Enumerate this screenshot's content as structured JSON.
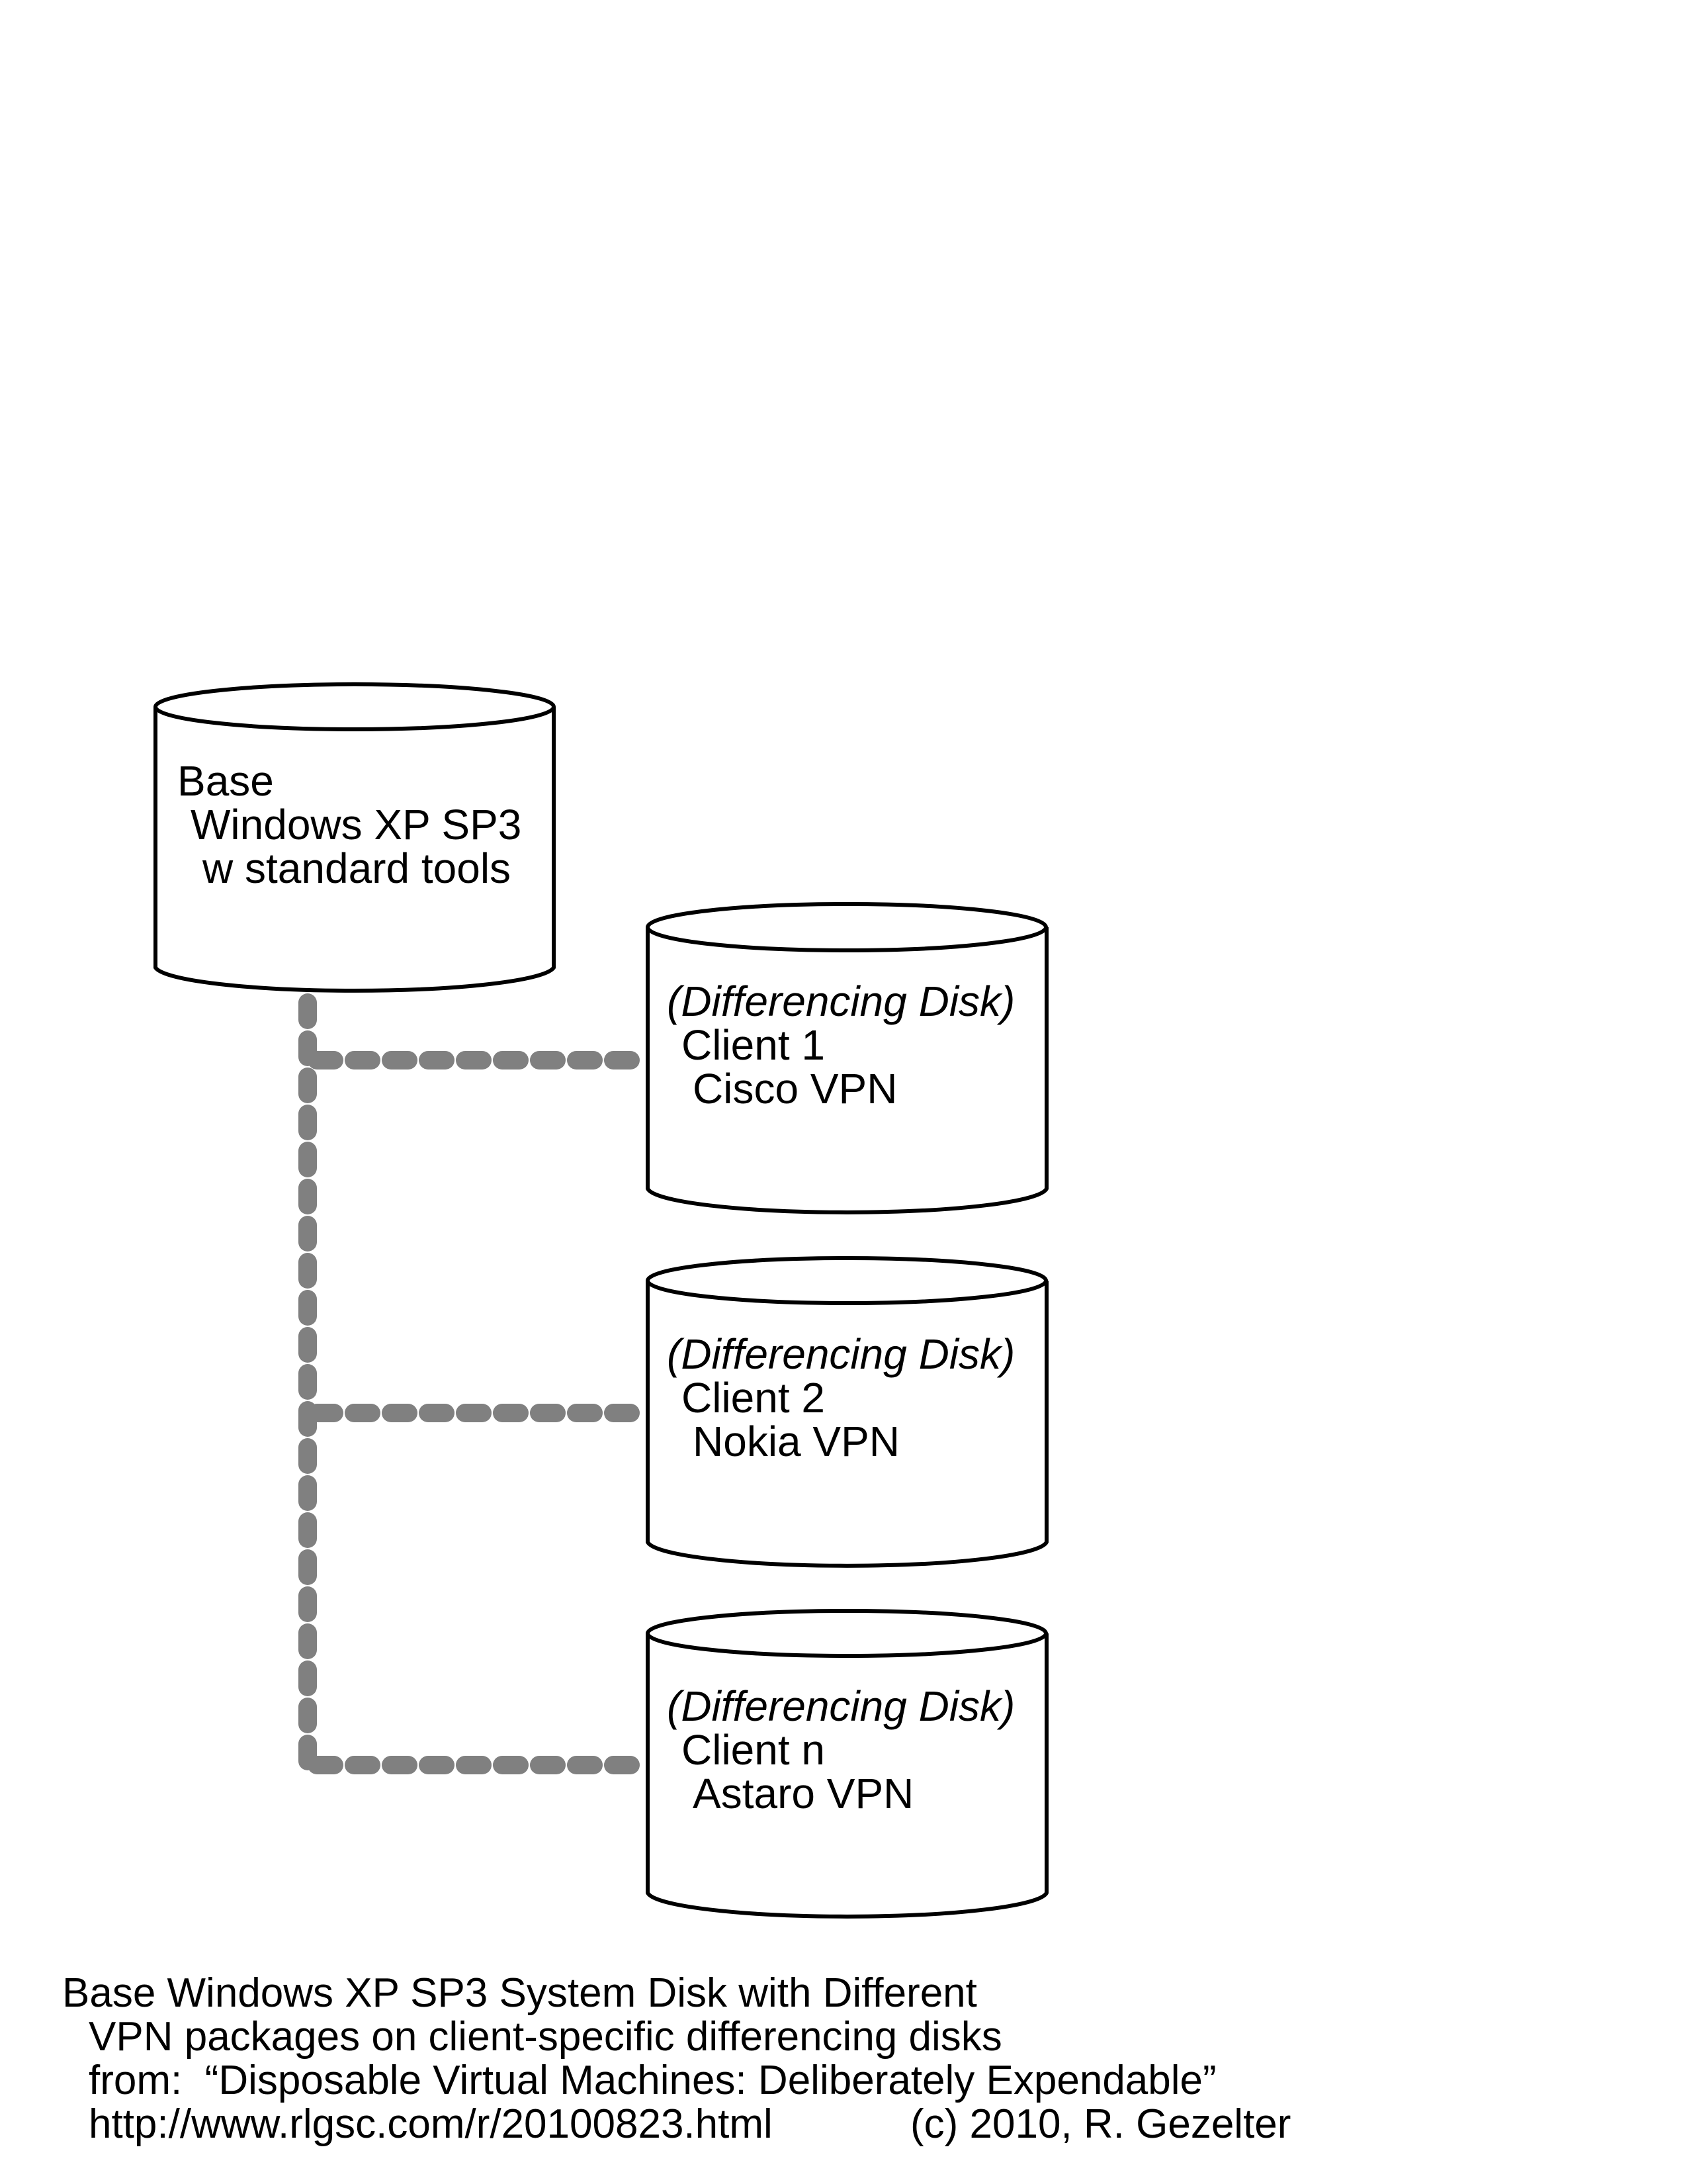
{
  "colors": {
    "outline": "#000000",
    "connector": "#808080",
    "background": "#ffffff"
  },
  "base_disk": {
    "lines": [
      "Base",
      "Windows XP SP3",
      "w standard tools"
    ]
  },
  "client_disks": [
    {
      "lines": [
        "(Differencing Disk)",
        "Client 1",
        "Cisco VPN"
      ]
    },
    {
      "lines": [
        "(Differencing Disk)",
        "Client 2",
        "Nokia VPN"
      ]
    },
    {
      "lines": [
        "(Differencing Disk)",
        "Client n",
        "Astaro VPN"
      ]
    }
  ],
  "caption": {
    "line1": "Base Windows XP SP3 System Disk with Different",
    "line2": "VPN packages on client-specific differencing disks",
    "line3": "from:  “Disposable Virtual Machines: Deliberately Expendable”",
    "line4_url": "http://www.rlgsc.com/r/20100823.html",
    "line4_copyright": "(c) 2010, R. Gezelter"
  }
}
